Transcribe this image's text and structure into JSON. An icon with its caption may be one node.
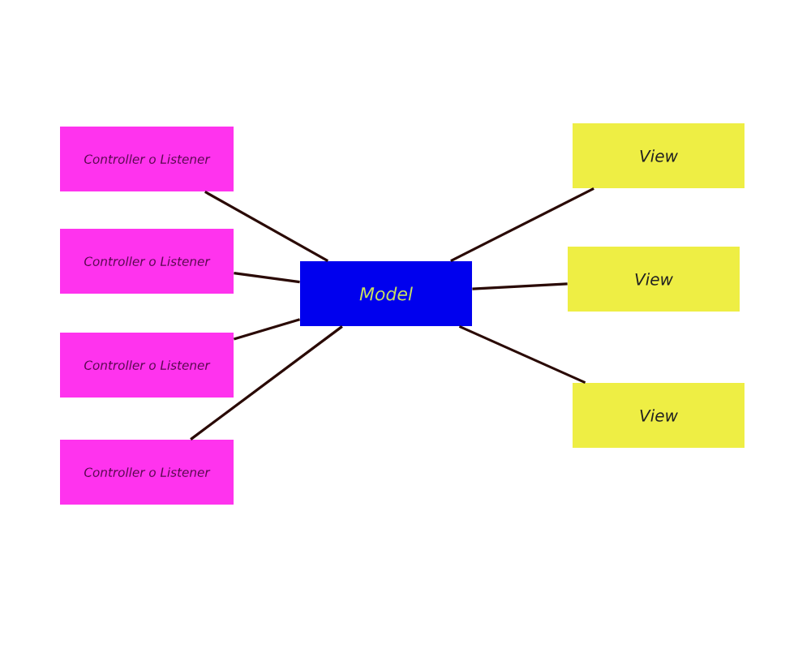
{
  "diagram": {
    "nodes": [
      {
        "text": [
          "Controller o Listener"
        ]
      },
      {
        "text": [
          "Controller o Listener"
        ]
      },
      {
        "text": [
          "Controller o Listener"
        ]
      },
      {
        "text": [
          "Controller o Listener"
        ]
      },
      {
        "text": [
          "Model"
        ]
      },
      {
        "text": [
          "View"
        ]
      },
      {
        "text": [
          "View"
        ]
      },
      {
        "text": [
          "View"
        ]
      }
    ],
    "edges": [
      {
        "from": 0,
        "to": 4,
        "arrow": "none"
      },
      {
        "from": 1,
        "to": 4,
        "arrow": "none"
      },
      {
        "from": 2,
        "to": 4,
        "arrow": "none"
      },
      {
        "from": 3,
        "to": 4,
        "arrow": "none"
      },
      {
        "from": 4,
        "to": 5,
        "arrow": "none"
      },
      {
        "from": 4,
        "to": 6,
        "arrow": "none"
      },
      {
        "from": 4,
        "to": 7,
        "arrow": "none"
      }
    ]
  }
}
